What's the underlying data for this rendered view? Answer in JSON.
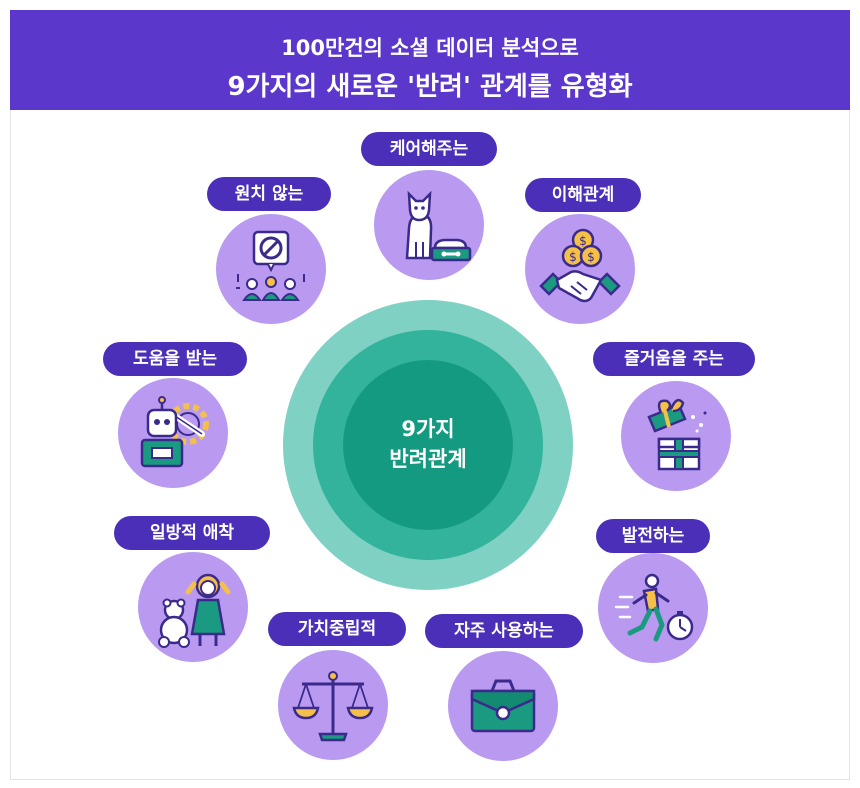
{
  "header": {
    "line1": "100만건의 소셜 데이터 분석으로",
    "line2": "9가지의 새로운 '반려' 관계를 유형화"
  },
  "center": {
    "line1": "9가지",
    "line2": "반려관계"
  },
  "relations": [
    {
      "label": "케어해주는",
      "icon": "cat-with-food-bowl-icon"
    },
    {
      "label": "이해관계",
      "icon": "handshake-coins-icon"
    },
    {
      "label": "즐거움을 주는",
      "icon": "gift-box-icon"
    },
    {
      "label": "발전하는",
      "icon": "runner-stopwatch-icon"
    },
    {
      "label": "자주 사용하는",
      "icon": "briefcase-icon"
    },
    {
      "label": "가치중립적",
      "icon": "balance-scale-icon"
    },
    {
      "label": "일방적 애착",
      "icon": "girl-with-teddy-bear-icon"
    },
    {
      "label": "도움을 받는",
      "icon": "robot-wrench-gear-icon"
    },
    {
      "label": "원치 않는",
      "icon": "crowd-prohibition-icon"
    }
  ],
  "colors": {
    "header_bg": "#5c37cc",
    "pill_bg": "#4b2fb8",
    "node_bg": "#b99af0",
    "ring_outer": "#7fd1c4",
    "ring_middle": "#33b39c",
    "ring_inner": "#159a82",
    "icon_dark": "#3a2a8c",
    "icon_green": "#1a9a80"
  }
}
